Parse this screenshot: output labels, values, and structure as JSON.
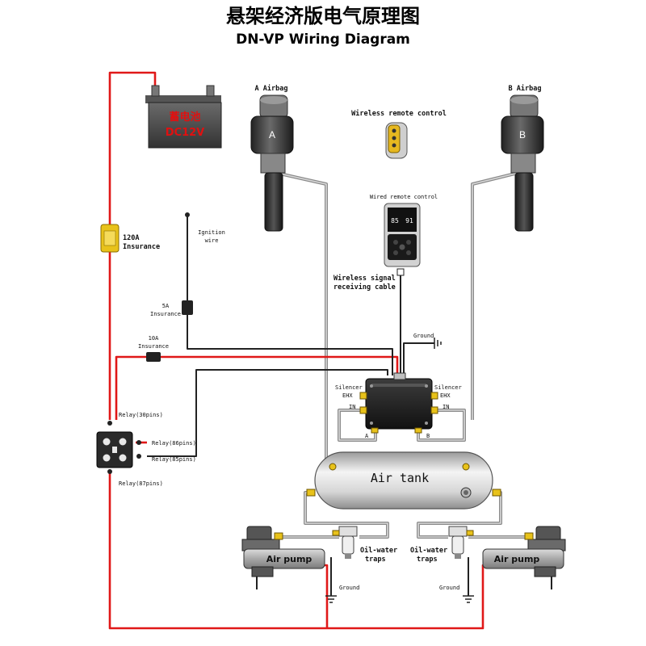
{
  "title": {
    "cn": "悬架经济版电气原理图",
    "en": "DN-VP Wiring Diagram"
  },
  "battery": {
    "label_cn": "蓄电池",
    "label_voltage": "DC12V"
  },
  "airbags": {
    "a_title": "A Airbag",
    "a_letter": "A",
    "b_title": "B Airbag",
    "b_letter": "B"
  },
  "wireless_remote": {
    "label": "Wireless remote control"
  },
  "wired_remote": {
    "label": "Wired remote control",
    "left_value": "85",
    "right_value": "91"
  },
  "labels": {
    "insurance_120": "120A",
    "insurance_word": "Insurance",
    "ignition_line1": "Ignition",
    "ignition_line2": "wire",
    "insurance_5": "5A",
    "insurance_10": "10A",
    "wireless_signal_line1": "Wireless signal",
    "wireless_signal_line2": "receiving cable",
    "ground": "Ground",
    "silencer": "Silencer",
    "ehx": "EHX",
    "in": "IN",
    "port_a": "A",
    "port_b": "B",
    "relay30": "Relay(30pins)",
    "relay86": "Relay(86pins)",
    "relay85": "Relay(85pins)",
    "relay87": "Relay(87pins)",
    "air_tank": "Air tank",
    "air_pump": "Air pump",
    "oilwater_line1": "Oil-water",
    "oilwater_line2": "traps"
  },
  "colors": {
    "power_wire": "#e01818",
    "signal_wire": "#222222",
    "air_hose": "#8a8a8a",
    "fuse": "#e8c21a",
    "battery_body": "#4a4a4a",
    "tank": "#cfcfcf"
  }
}
